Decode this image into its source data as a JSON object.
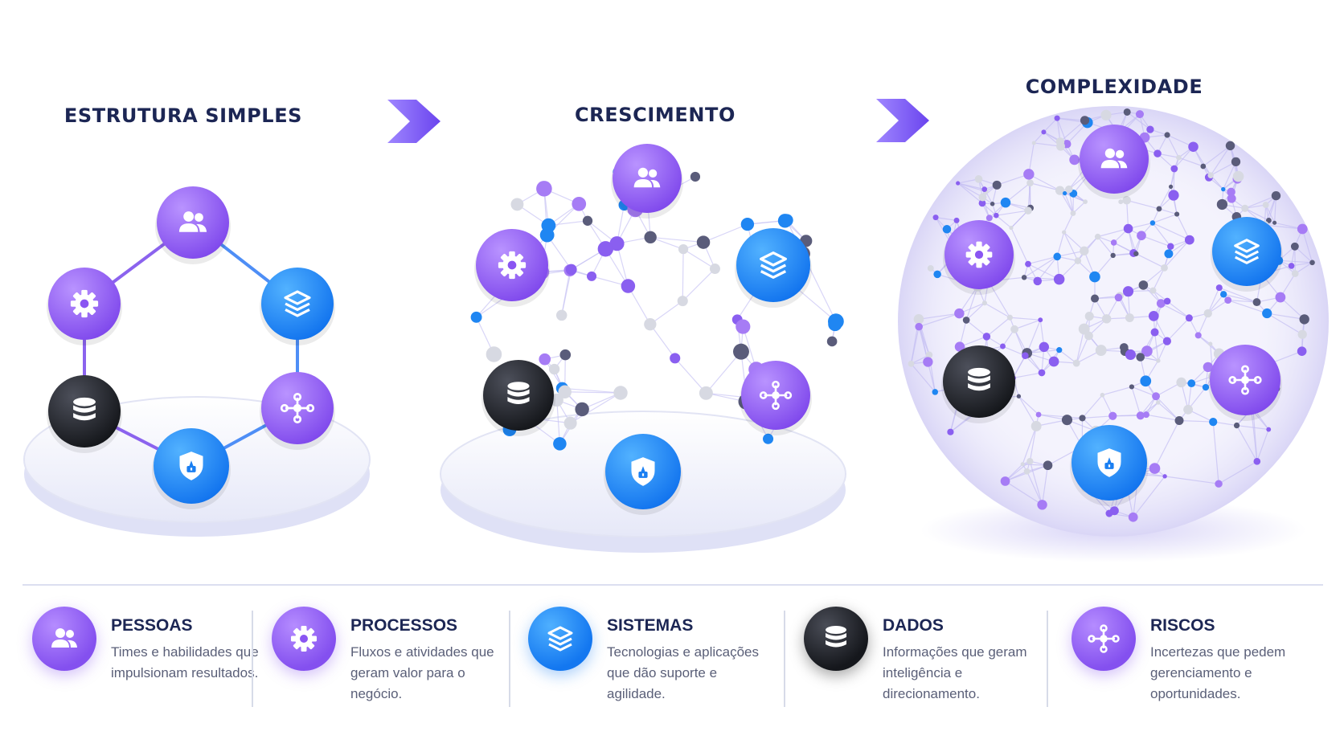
{
  "stages": [
    {
      "title": "ESTRUTURA SIMPLES"
    },
    {
      "title": "CRESCIMENTO"
    },
    {
      "title": "COMPLEXIDADE"
    }
  ],
  "legend": [
    {
      "title": "PESSOAS",
      "description": "Times e habilidades que impulsionam resultados.",
      "icon": "people-icon",
      "color": "#8a55f2"
    },
    {
      "title": "PROCESSOS",
      "description": "Fluxos e atividades que geram valor para o negócio.",
      "icon": "gear-icon",
      "color": "#8a55f2"
    },
    {
      "title": "SISTEMAS",
      "description": "Tecnologias e aplicações que dão suporte e agilidade.",
      "icon": "layers-icon",
      "color": "#1a7ff2"
    },
    {
      "title": "DADOS",
      "description": "Informações que geram inteligência e direcionamento.",
      "icon": "database-icon",
      "color": "#1b1d22"
    },
    {
      "title": "RISCOS",
      "description": "Incertezas que pedem gerenciamento e oportunidades.",
      "icon": "network-icon",
      "color": "#8a55f2"
    }
  ],
  "colors": {
    "purple": "#8a55f2",
    "blue": "#1a7ff2",
    "dark": "#1b1d22",
    "title": "#1c2654",
    "arrow": "#7b54f0"
  }
}
